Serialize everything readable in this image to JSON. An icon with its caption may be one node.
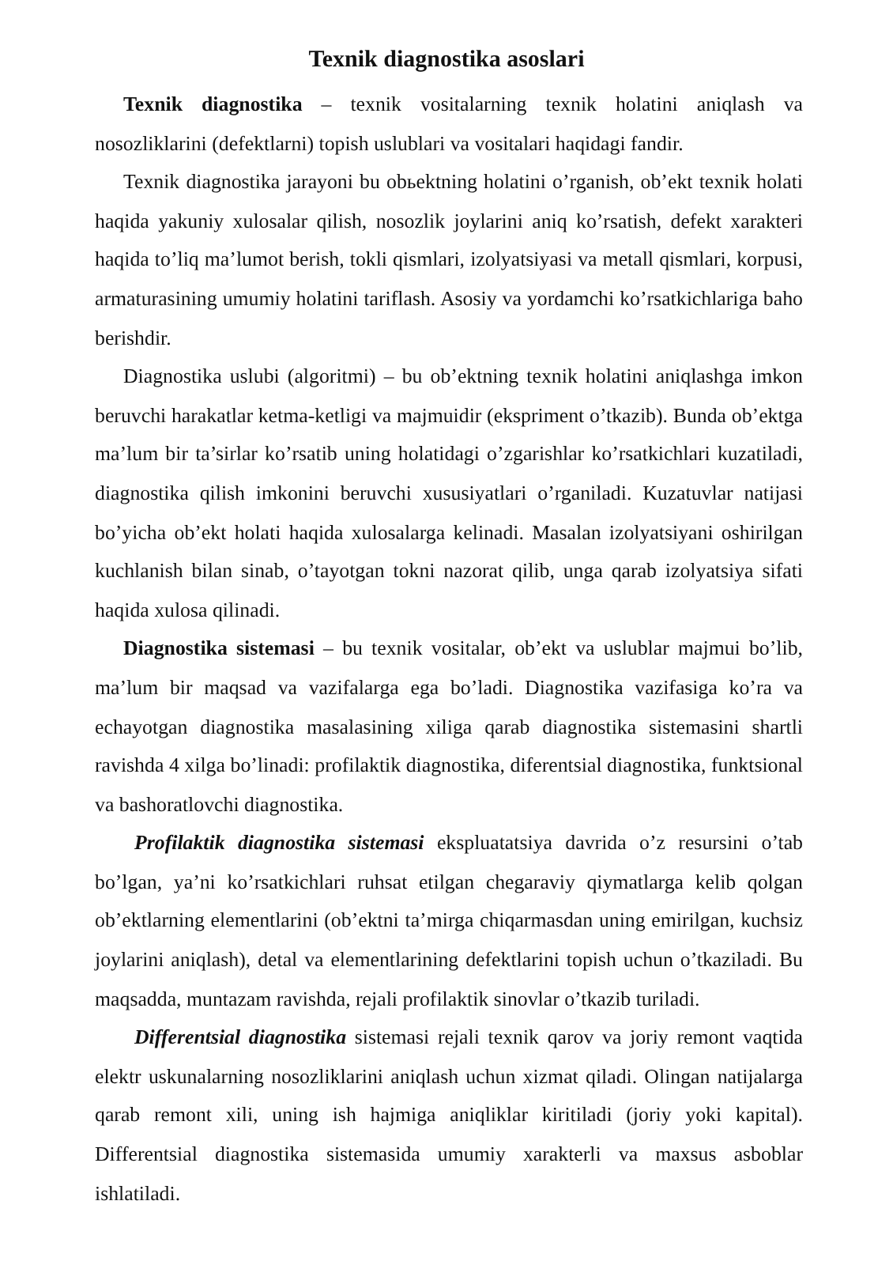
{
  "diagram": {
    "title": "Texnik diagnostika asoslari",
    "labels": [
      "**Texnik diagnostika** – texnik vositalarning texnik holatini aniqlash va nosozliklarini (defektlarni) topish uslublari va vositalari haqidagi fandir.",
      "Texnik diagnostika jarayoni bu obьektning holatini o’rganish, ob’ekt texnik holati haqida yakuniy xulosalar qilish, nosozlik joylarini aniq ko’rsatish, defekt xarakteri haqida to’liq ma’lumot berish, tokli qismlari, izolyatsiyasi va metall qismlari, korpusi, armaturasining umumiy holatini tariflash. Asosiy va yordamchi ko’rsatkichlariga baho berishdir.",
      "Diagnostika uslubi (algoritmi) – bu ob’ektning texnik holatini aniqlashga imkon beruvchi harakatlar ketma-ketligi va majmuidir (ekspriment o’tkazib). Bunda ob’ektga ma’lum bir ta’sirlar ko’rsatib uning holatidagi o’zgarishlar ko’rsatkichlari kuzatiladi, diagnostika qilish imkonini beruvchi xususiyatlari o’rganiladi. Kuzatuvlar natijasi bo’yicha ob’ekt holati haqida xulosalarga kelinadi. Masalan izolyatsiyani oshirilgan kuchlanish bilan sinab, o’tayotgan tokni nazorat qilib, unga qarab izolyatsiya sifati haqida xulosa qilinadi.",
      "**Diagnostika sistemasi** – bu texnik vositalar, ob’ekt va uslublar majmui bo’lib, ma’lum bir maqsad va vazifalarga ega bo’ladi. Diagnostika vazifasiga ko’ra va echayotgan diagnostika masalasining xiliga qarab diagnostika sistemasini shartli ravishda 4 xilga bo’linadi: profilaktik diagnostika, diferentsial diagnostika, funktsional va bashoratlovchi diagnostika.",
      "**Profilaktik diagnostika sistemasi** ekspluatatsiya davrida o’z resursini o’tab bo’lgan, ya’ni ko’rsatkichlari ruhsat etilgan chegaraviy qiymatlarga kelib qolgan ob’ektlarning elementlarini (ob’ektni ta’mirga chiqarmasdan uning emirilgan, kuchsiz joylarini aniqlash), detal va elementlarining defektlarini topish uchun o’tkaziladi. Bu maqsadda, muntazam ravishda, rejali profilaktik sinovlar o’tkazib turiladi.",
      "**Differentsial diagnostika** sistemasi rejali texnik qarov va joriy remont vaqtida elektr uskunalarning nosozliklarini aniqlash uchun xizmat qiladi. Olingan natijalarga qarab remont xili, uning ish hajmiga aniqliklar kiritiladi (joriy yoki kapital). Differentsial diagnostika sistemasida umumiy xarakterli va maxsus asboblar ishlatiladi."
    ]
  }
}
